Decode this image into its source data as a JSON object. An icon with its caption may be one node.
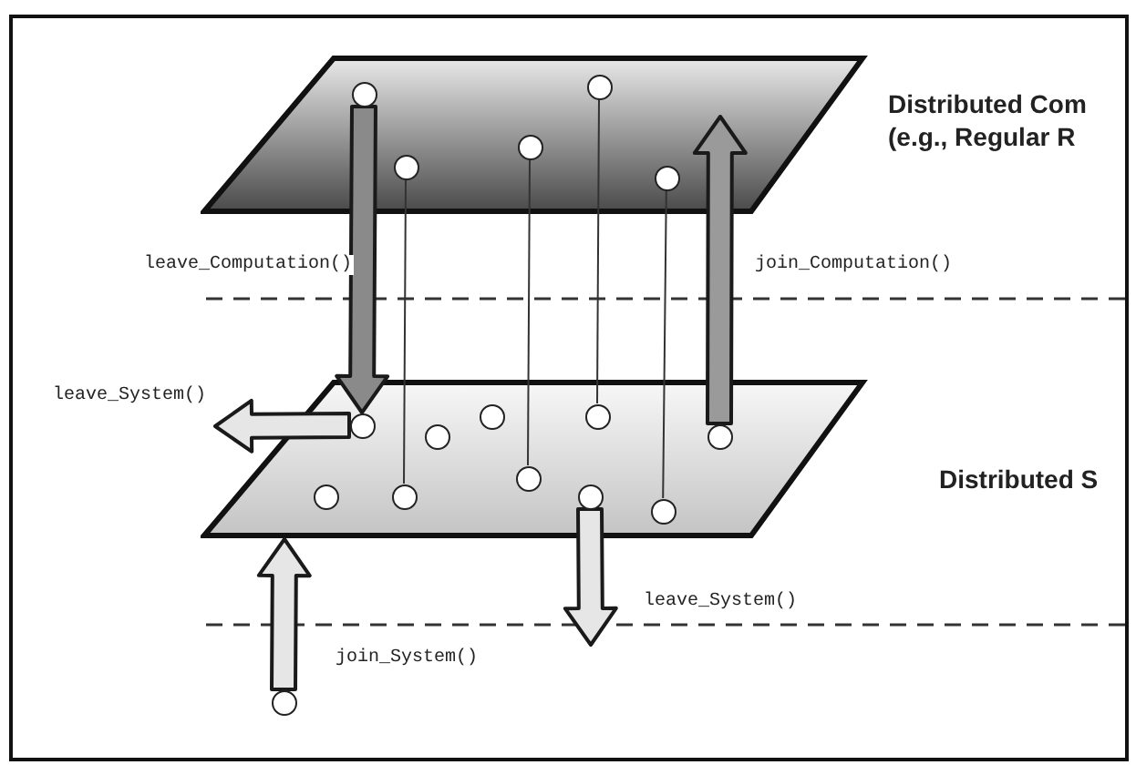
{
  "diagram": {
    "nodes": [
      {
        "text": [
          "Distributed Com",
          "(e.g., Regular R"
        ]
      },
      {
        "text": [],
        "shape": "circle",
        "in": 0
      },
      {
        "text": [],
        "shape": "circle",
        "in": 0
      },
      {
        "text": [],
        "shape": "circle",
        "in": 0
      },
      {
        "text": [],
        "shape": "circle",
        "in": 0
      },
      {
        "text": [],
        "shape": "circle",
        "in": 0
      },
      {
        "text": [
          "Distributed S"
        ]
      },
      {
        "text": [],
        "shape": "circle",
        "in": 6
      },
      {
        "text": [],
        "shape": "circle",
        "in": 6
      },
      {
        "text": [],
        "shape": "circle",
        "in": 6
      },
      {
        "text": [],
        "shape": "circle",
        "in": 6
      },
      {
        "text": [],
        "shape": "circle",
        "in": 6
      },
      {
        "text": [],
        "shape": "circle",
        "in": 6
      },
      {
        "text": [],
        "shape": "circle",
        "in": 6
      },
      {
        "text": [],
        "shape": "circle",
        "in": 6
      },
      {
        "text": [],
        "shape": "circle",
        "in": 6
      },
      {
        "text": [],
        "shape": "circle",
        "in": 6
      },
      {
        "text": [],
        "shape": "circle"
      }
    ],
    "edges": [
      {
        "from": 1,
        "to": 7,
        "arrow": "to",
        "label": "leave_Computation()",
        "style": "thick",
        "color": "#8a8a8a"
      },
      {
        "from": 11,
        "to": 0,
        "arrow": "to",
        "label": "join_Computation()",
        "style": "thick",
        "color": "#9a9a9a"
      },
      {
        "from": 7,
        "to": null,
        "arrow": "to",
        "label": "leave_System()",
        "style": "thick",
        "color": "#e6e6e6"
      },
      {
        "from": 15,
        "to": null,
        "arrow": "to",
        "label": "leave_System()",
        "style": "thick",
        "color": "#e6e6e6"
      },
      {
        "from": 17,
        "to": 6,
        "arrow": "to",
        "label": "join_System()",
        "style": "thick",
        "color": "#e6e6e6"
      },
      {
        "from": 2,
        "to": 13,
        "arrow": "none"
      },
      {
        "from": 3,
        "to": 14,
        "arrow": "none"
      },
      {
        "from": 4,
        "to": 10,
        "arrow": "none"
      },
      {
        "from": 5,
        "to": 16,
        "arrow": "none"
      }
    ]
  }
}
